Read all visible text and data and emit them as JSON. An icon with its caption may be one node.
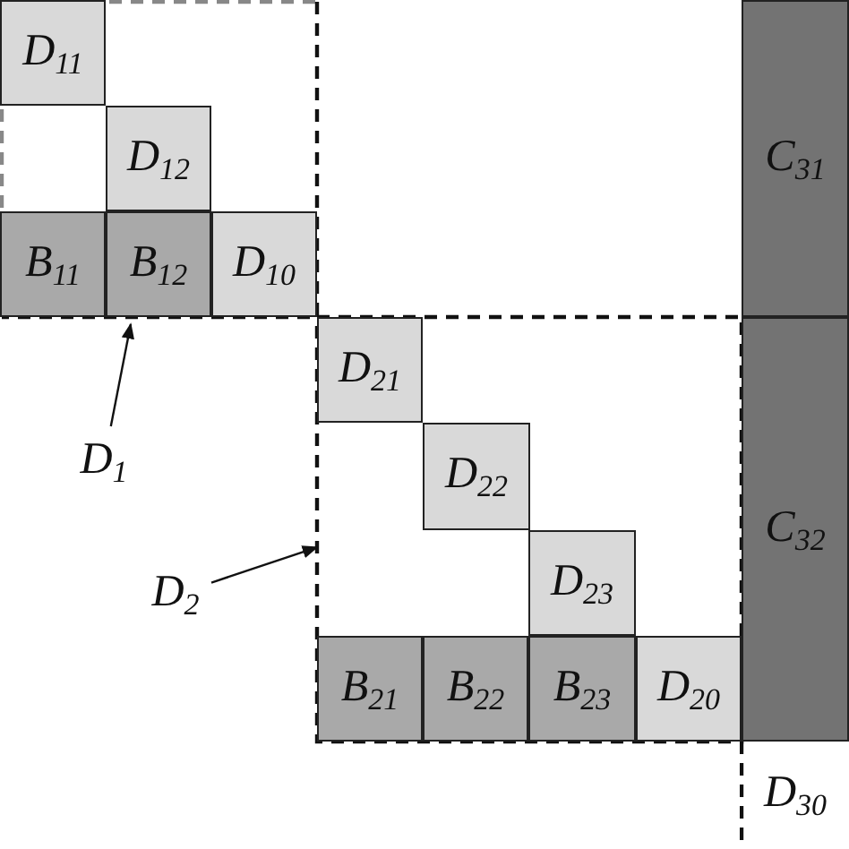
{
  "diagram": {
    "nodes": [
      {
        "text": [],
        "shape": "box"
      },
      {
        "text": [
          "D$_{11}$"
        ],
        "in": 0
      },
      {
        "text": [
          "D$_{12}$"
        ],
        "in": 0
      },
      {
        "text": [
          "B$_{11}$"
        ],
        "in": 0
      },
      {
        "text": [
          "B$_{12}$"
        ],
        "in": 0
      },
      {
        "text": [
          "D$_{10}$"
        ],
        "in": 0
      },
      {
        "text": [
          "C$_{31}$"
        ]
      },
      {
        "text": [
          "D$_{1}$"
        ]
      },
      {
        "text": [],
        "shape": "box"
      },
      {
        "text": [
          "D$_{21}$"
        ],
        "in": 8
      },
      {
        "text": [
          "D$_{22}$"
        ],
        "in": 8
      },
      {
        "text": [
          "D$_{23}$"
        ],
        "in": 8
      },
      {
        "text": [
          "B$_{21}$"
        ],
        "in": 8
      },
      {
        "text": [
          "B$_{22}$"
        ],
        "in": 8
      },
      {
        "text": [
          "B$_{23}$"
        ],
        "in": 8
      },
      {
        "text": [
          "D$_{20}$"
        ],
        "in": 8
      },
      {
        "text": [
          "C$_{32}$"
        ]
      },
      {
        "text": [
          "D$_{2}$"
        ]
      },
      {
        "text": [
          "D$_{30}$"
        ]
      }
    ],
    "edges": [
      {
        "from": 7,
        "to": 0,
        "arrow": "to"
      },
      {
        "from": 17,
        "to": 8,
        "arrow": "to"
      }
    ]
  }
}
